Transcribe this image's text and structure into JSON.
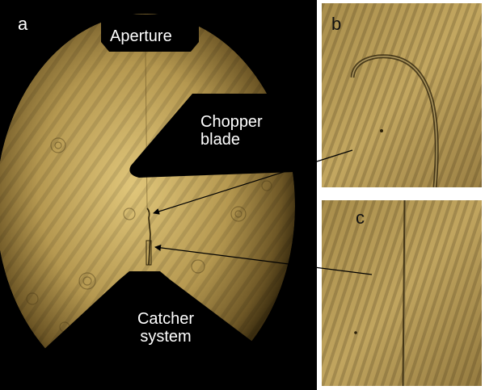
{
  "panels": {
    "a": {
      "letter": "a"
    },
    "b": {
      "letter": "b"
    },
    "c": {
      "letter": "c"
    }
  },
  "labels": {
    "aperture": "Aperture",
    "chopper_blade": "Chopper blade",
    "catcher_system": "Catcher system"
  },
  "colors": {
    "field_bright": "#e0c67a",
    "field_mid": "#9c8245",
    "field_dark": "#3a2c10",
    "hardware": "#000000",
    "arrow": "#000000"
  }
}
